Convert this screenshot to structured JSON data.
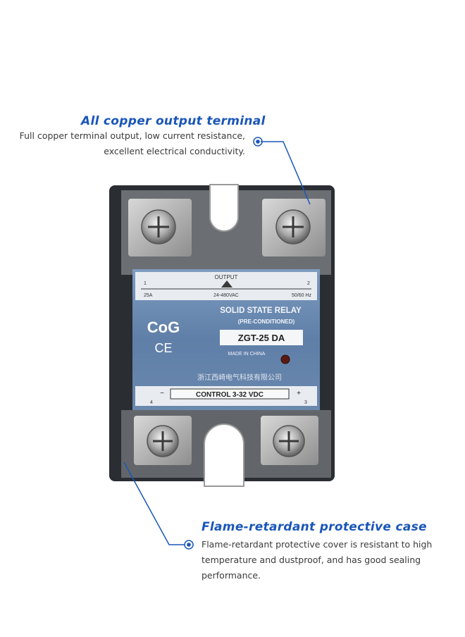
{
  "callouts": {
    "top": {
      "title": "All copper output terminal",
      "line1": "Full copper terminal output, low current resistance,",
      "line2": "excellent electrical conductivity."
    },
    "bottom": {
      "title": "Flame-retardant protective case",
      "line1": "Flame-retardant protective cover is resistant to high",
      "line2": "temperature and dustproof, and has good sealing",
      "line3": "performance."
    }
  },
  "relay": {
    "output_label": "OUTPUT",
    "term1": "1",
    "term2": "2",
    "current": "25A",
    "voltage": "24-480VAC",
    "freq": "50/60 Hz",
    "brand": "CoG",
    "ce_mark": "CE",
    "title": "SOLID STATE RELAY",
    "subtitle": "(PRE-CONDITIONED)",
    "model": "ZGT-25 DA",
    "origin": "MADE IN CHINA",
    "manufacturer": "浙江西崎电气科技有限公司",
    "control_label": "CONTROL 3-32 VDC",
    "minus": "−",
    "plus": "+",
    "term4": "4",
    "term3": "3"
  },
  "colors": {
    "accent": "#1a56b8",
    "label_blue": "#5f7fa8",
    "body_dark": "#2a2e33"
  }
}
